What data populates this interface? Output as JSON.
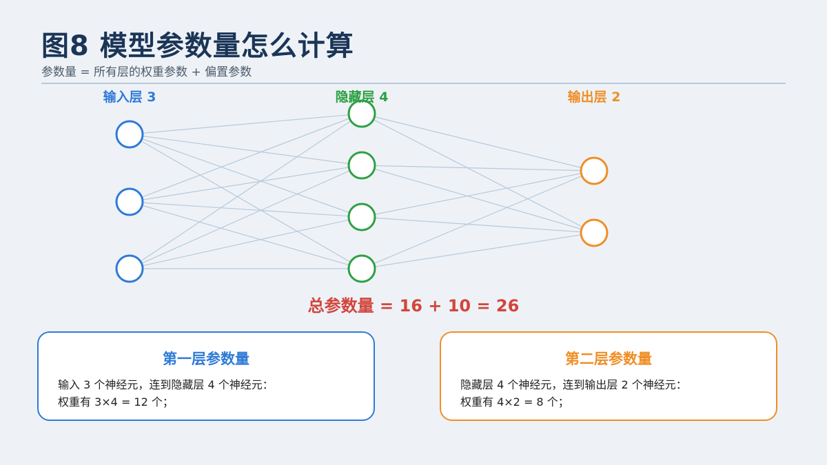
{
  "title": "图8  模型参数量怎么计算",
  "subtitle": "参数量 = 所有层的权重参数 + 偏置参数",
  "colors": {
    "input": "#2f7ad6",
    "hidden": "#2ea043",
    "output": "#ef8e25",
    "formula": "#d2453c",
    "edge": "#b6c9da"
  },
  "network": {
    "layers": [
      {
        "label": "输入层 3",
        "nodes": 3
      },
      {
        "label": "隐藏层 4",
        "nodes": 4
      },
      {
        "label": "输出层 2",
        "nodes": 2
      }
    ]
  },
  "formula": "总参数量 = 16 + 10 = 26",
  "box1": {
    "title": "第一层参数量",
    "line1": "输入 3 个神经元，连到隐藏层 4 个神经元：",
    "line2": "权重有 3×4 = 12 个；"
  },
  "box2": {
    "title": "第二层参数量",
    "line1": "隐藏层 4 个神经元，连到输出层 2 个神经元：",
    "line2": "权重有 4×2 = 8 个；"
  }
}
